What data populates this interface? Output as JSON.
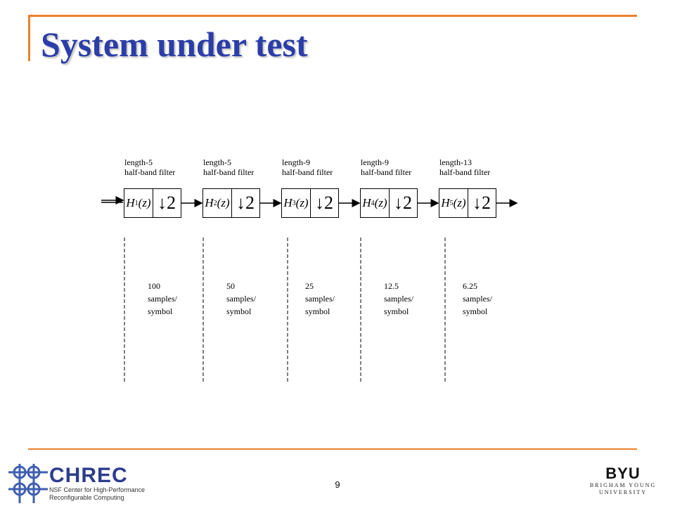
{
  "slide": {
    "title": "System under test",
    "page_number": "9"
  },
  "stages": [
    {
      "length": "length-5",
      "desc": "half-band  filter",
      "h": "H",
      "sub": "1",
      "arg": "(z)",
      "down": "↓2",
      "rate": "100",
      "rate_unit1": "samples/",
      "rate_unit2": "symbol"
    },
    {
      "length": "length-5",
      "desc": "half-band filter",
      "h": "H",
      "sub": "2",
      "arg": "(z)",
      "down": "↓2",
      "rate": "50",
      "rate_unit1": "samples/",
      "rate_unit2": "symbol"
    },
    {
      "length": "length-9",
      "desc": "half-band filter",
      "h": "H",
      "sub": "3",
      "arg": "(z)",
      "down": "↓2",
      "rate": "25",
      "rate_unit1": "samples/",
      "rate_unit2": "symbol"
    },
    {
      "length": "length-9",
      "desc": "half-band filter",
      "h": "H",
      "sub": "4",
      "arg": "(z)",
      "down": "↓2",
      "rate": "12.5",
      "rate_unit1": "samples/",
      "rate_unit2": "symbol"
    },
    {
      "length": "length-13",
      "desc": "half-band filter",
      "h": "H",
      "sub": "5",
      "arg": "(z)",
      "down": "↓2",
      "rate": "6.25",
      "rate_unit1": "samples/",
      "rate_unit2": "symbol"
    }
  ],
  "footer": {
    "chrec_name": "CHREC",
    "chrec_line1": "NSF Center for High-Performance",
    "chrec_line2": "Reconfigurable Computing",
    "byu_name": "BYU",
    "byu_line1": "BRIGHAM YOUNG",
    "byu_line2": "UNIVERSITY"
  },
  "colors": {
    "title": "#2B3DA8",
    "accent": "#E8822A",
    "chrec_blue": "#2D3C8E"
  }
}
